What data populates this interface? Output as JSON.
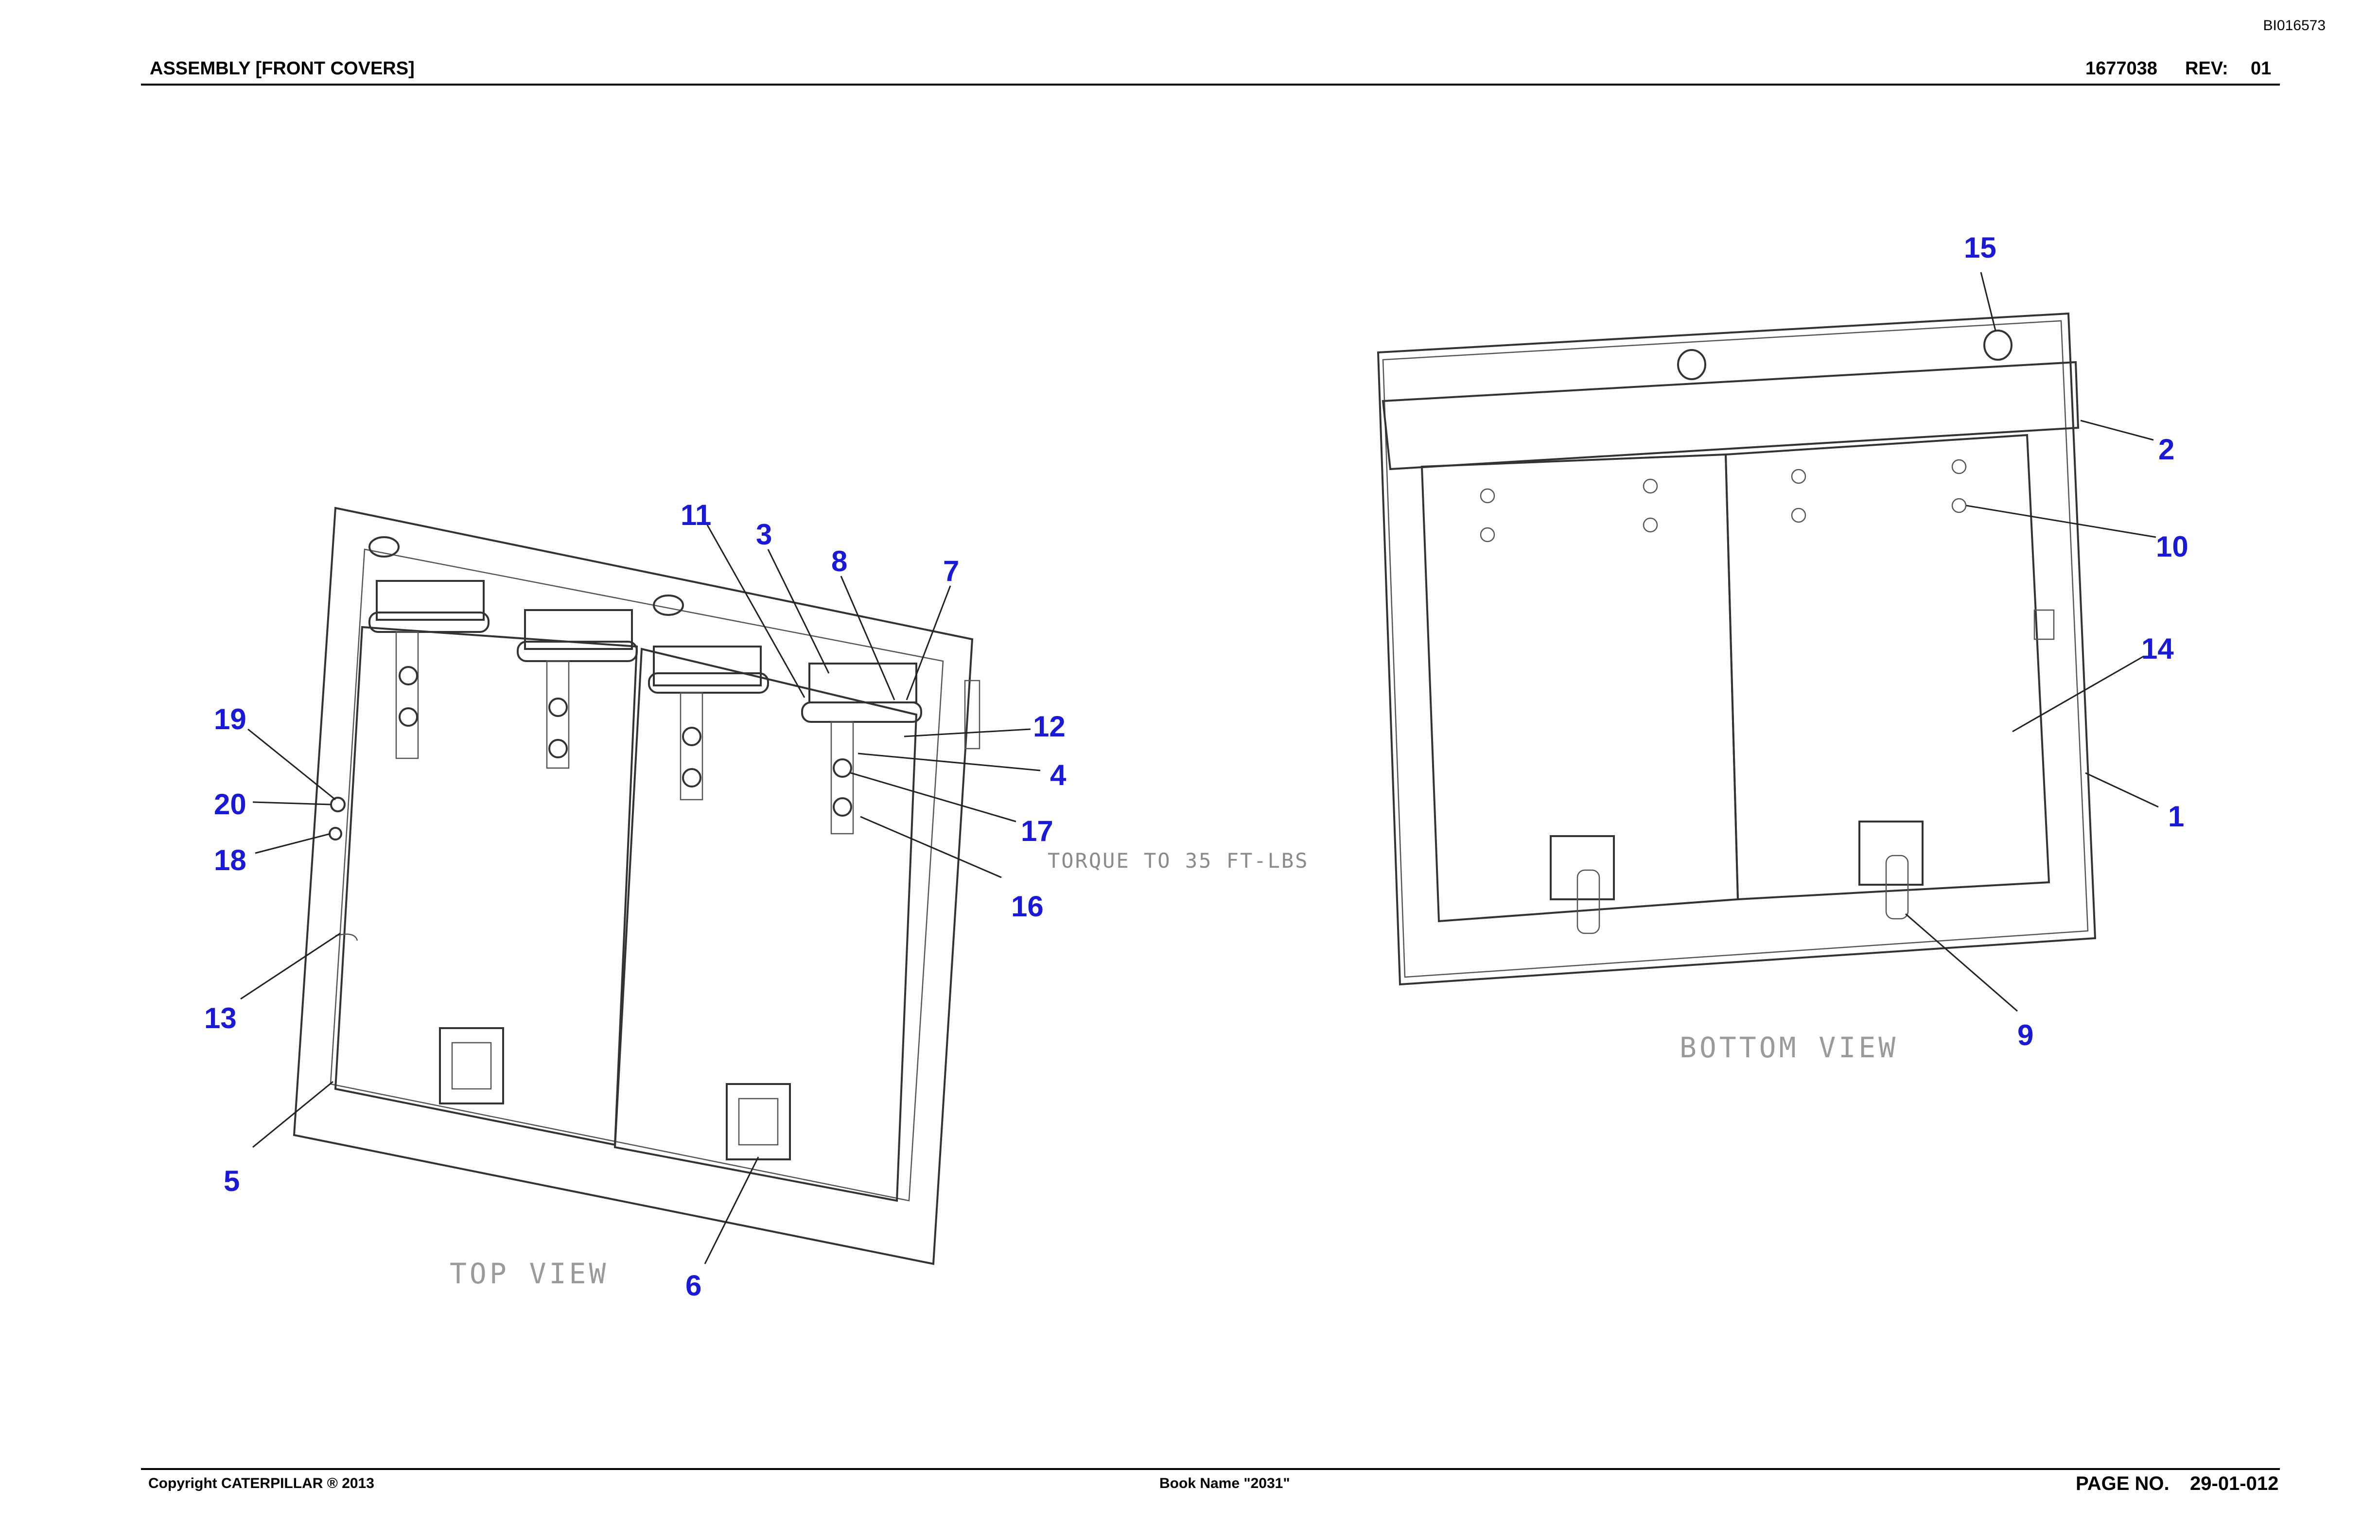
{
  "header": {
    "doc_id": "BI016573",
    "title": "ASSEMBLY [FRONT COVERS]",
    "part_number": "1677038",
    "rev_label": "REV:",
    "rev_value": "01"
  },
  "views": {
    "top_label": "TOP VIEW",
    "bottom_label": "BOTTOM VIEW",
    "torque_note": "TORQUE TO 35 FT-LBS"
  },
  "callouts": {
    "c1": "1",
    "c2": "2",
    "c3": "3",
    "c4": "4",
    "c5": "5",
    "c6": "6",
    "c7": "7",
    "c8": "8",
    "c9": "9",
    "c10": "10",
    "c11": "11",
    "c12": "12",
    "c13": "13",
    "c14": "14",
    "c15": "15",
    "c16": "16",
    "c17": "17",
    "c18": "18",
    "c19": "19",
    "c20": "20"
  },
  "footer": {
    "copyright": "Copyright CATERPILLAR ® 2013",
    "book_name": "Book Name \"2031\"",
    "page_label": "PAGE NO.",
    "page_value": "29-01-012"
  },
  "colors": {
    "callout": "#1a1ad6",
    "line": "#333333",
    "view_label": "#9a9a9a"
  }
}
